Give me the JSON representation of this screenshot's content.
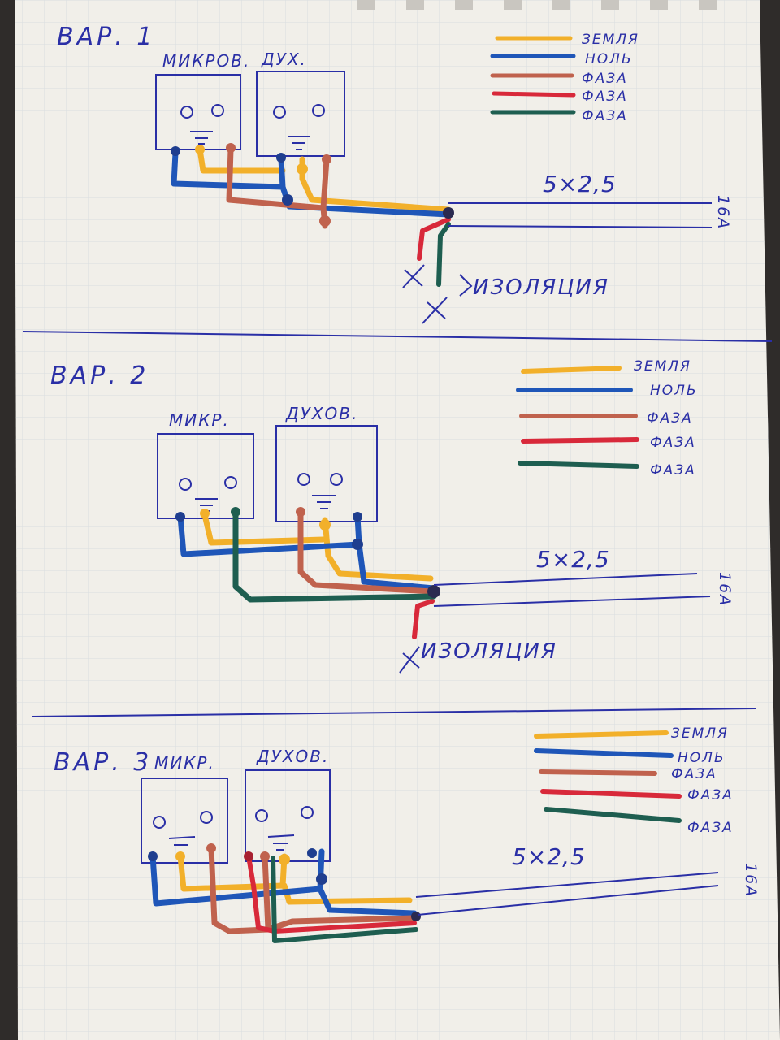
{
  "colors": {
    "paper": "#f1efe9",
    "grid": "#d9dde0",
    "ink": "#2a2fa6",
    "earth": "#f2b02a",
    "neutral": "#1f56b8",
    "phase1": "#c0624d",
    "phase2": "#d8293a",
    "phase3": "#1e5e50"
  },
  "sections": [
    {
      "title": "ВАР. 1",
      "left_socket": "МИКРОВ.",
      "right_socket": "ДУХ.",
      "cable": "5×2,5",
      "breaker": "16А",
      "isolation": "ИЗОЛЯЦИЯ",
      "legend": [
        "ЗЕМЛЯ",
        "НОЛЬ",
        "ФАЗА",
        "ФАЗА",
        "ФАЗА"
      ]
    },
    {
      "title": "ВАР. 2",
      "left_socket": "МИКР.",
      "right_socket": "ДУХОВ.",
      "cable": "5×2,5",
      "breaker": "16А",
      "isolation": "ИЗОЛЯЦИЯ",
      "legend": [
        "ЗЕМЛЯ",
        "НОЛЬ",
        "ФАЗА",
        "ФАЗА",
        "ФАЗА"
      ]
    },
    {
      "title": "ВАР. 3",
      "left_socket": "МИКР.",
      "right_socket": "ДУХОВ.",
      "cable": "5×2,5",
      "breaker": "16А",
      "legend": [
        "ЗЕМЛЯ",
        "НОЛЬ",
        "ФАЗА",
        "ФАЗА",
        "ФАЗА"
      ]
    }
  ]
}
